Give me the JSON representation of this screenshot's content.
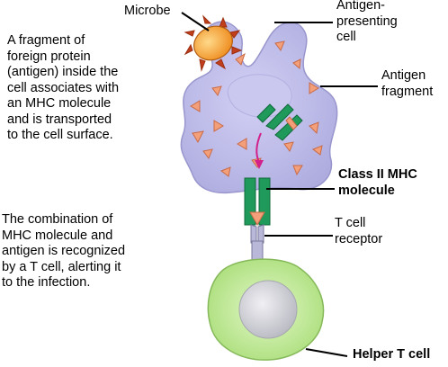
{
  "description_left_top": {
    "lines": [
      "A fragment of",
      "foreign protein",
      "(antigen) inside the",
      "cell associates with",
      "an MHC molecule",
      "and is transported",
      "to the cell surface."
    ]
  },
  "description_left_bottom": {
    "lines": [
      "The combination of",
      "MHC molecule and",
      "antigen is recognized",
      "by a T cell, alerting it",
      "to the infection."
    ]
  },
  "labels": {
    "microbe": "Microbe",
    "apc_line1": "Antigen-",
    "apc_line2": "presenting",
    "apc_line3": "cell",
    "antigen_fragment_line1": "Antigen",
    "antigen_fragment_line2": "fragment",
    "mhc_line1": "Class II MHC",
    "mhc_line2": "molecule",
    "tcr_line1": "T cell",
    "tcr_line2": "receptor",
    "helper_t": "Helper T cell"
  },
  "colors": {
    "apc_fill": "#b8b6e6",
    "apc_stroke": "#8e8cc4",
    "nucleus_fill": "#c8c6ee",
    "antigen_fill": "#f0a07a",
    "mhc_green": "#1f9a5a",
    "tcr_fill": "#b9b8d8",
    "tcell_fill": "#c4ec9e",
    "tcell_nucleus": "#d6d6dc",
    "microbe_fill": "#f5b24a",
    "arrow": "#d21f8a"
  }
}
